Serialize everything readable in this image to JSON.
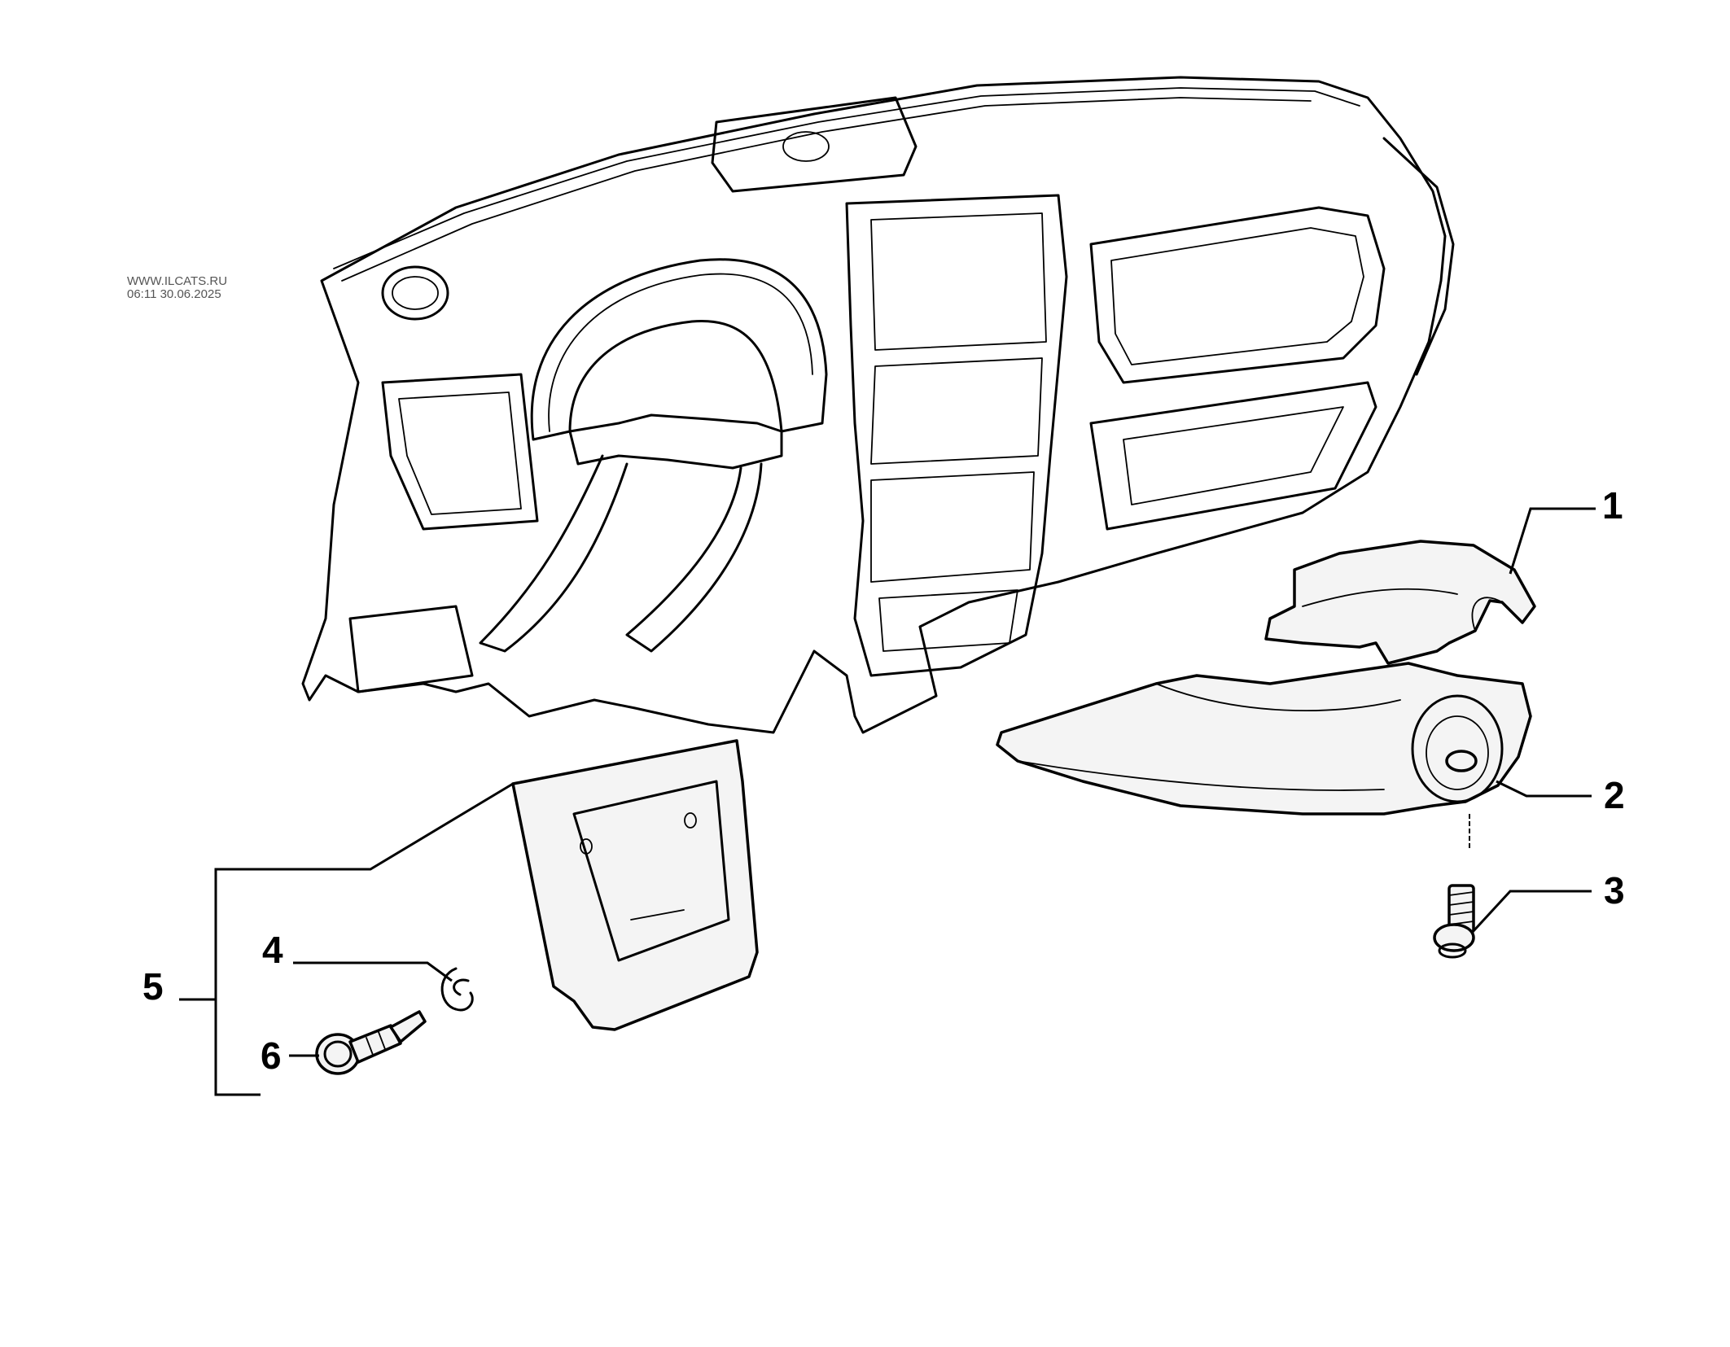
{
  "watermark": {
    "site": "WWW.ILCATS.RU",
    "timestamp": "06:11 30.06.2025"
  },
  "callouts": [
    {
      "id": "1",
      "label": "1"
    },
    {
      "id": "2",
      "label": "2"
    },
    {
      "id": "3",
      "label": "3"
    },
    {
      "id": "4",
      "label": "4"
    },
    {
      "id": "5",
      "label": "5"
    },
    {
      "id": "6",
      "label": "6"
    }
  ]
}
